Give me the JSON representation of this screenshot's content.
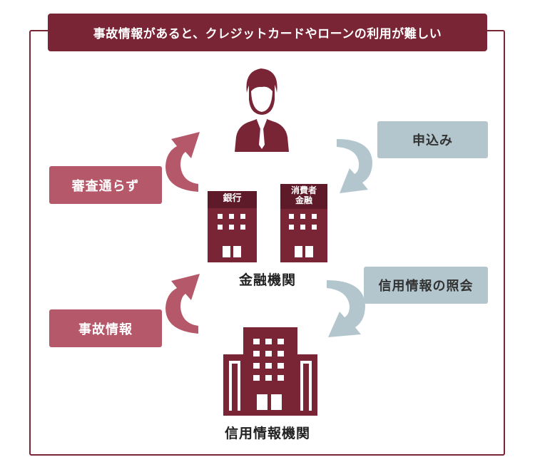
{
  "title": "事故情報があると、クレジットカードやローンの利用が難しい",
  "labels": {
    "apply": "申込み",
    "screening_fail": "審査通らず",
    "inquiry": "信用情報の照会",
    "accident_info": "事故情報"
  },
  "buildings": {
    "bank": "銀行",
    "consumer_finance_line1": "消費者",
    "consumer_finance_line2": "金融",
    "financial_institutions": "金融機関",
    "credit_bureau": "信用情報機関"
  },
  "colors": {
    "maroon": "#7a2535",
    "pink": "#b5586a",
    "blue_gray": "#b3c6ce",
    "white": "#ffffff"
  },
  "icons": [
    "person-icon",
    "bank-building-icon",
    "consumer-finance-building-icon",
    "credit-bureau-building-icon",
    "curved-arrow-icon"
  ]
}
